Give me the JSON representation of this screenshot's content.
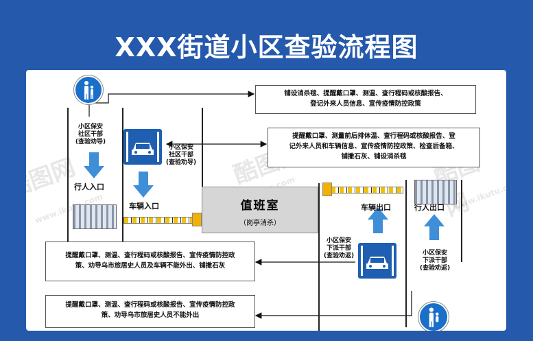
{
  "title": "XXX街道小区查验流程图",
  "boxes": {
    "top_right_1": [
      "铺设消杀毯、提醒戴口罩、测温、查行程码或核酸报告、",
      "登记外来人员信息、宣传疫情防控政策"
    ],
    "top_right_2": [
      "提醒戴口罩、测量前后排体温、查行程码或核酸报告、登",
      "记外来人员和车辆信息、宣传疫情防控政策、检查后备箱、",
      "铺撒石灰、铺设消杀毯"
    ],
    "bottom_left_1": [
      "提醒戴口罩、测温、查行程码或核酸报告、宣传疫情防控政",
      "策、劝导乌市旅居史人员及车辆不能外出、铺撒石灰"
    ],
    "bottom_left_2": [
      "提醒戴口罩、测温、查行程码或核酸报告、宣传疫情防控政",
      "策、劝导乌市旅居史人员不能外出"
    ]
  },
  "labels": {
    "guard_in_1": [
      "小区保安",
      "社区干部",
      "(查验劝导)"
    ],
    "guard_in_2": [
      "小区保安",
      "社区干部",
      "(查验劝导)"
    ],
    "guard_out_1": [
      "小区保安",
      "下派干部",
      "(查验劝返)"
    ],
    "guard_out_2": [
      "小区保安",
      "下派干部",
      "(查验劝返)"
    ],
    "pedestrian_in": "行人入口",
    "vehicle_in": "车辆入口",
    "vehicle_out": "车辆出口",
    "pedestrian_out": "行人出口"
  },
  "duty": {
    "title": "值班室",
    "sub": "（岗亭消杀）"
  },
  "watermark": {
    "logo": "酷图网",
    "url": "www.ikutu.com"
  },
  "colors": {
    "frame": "#2459ab",
    "sign": "#1f5fb2",
    "arrow": "#3f8fd8",
    "barrier": "#f2c200"
  },
  "icons": [
    "pedestrian-sign-icon",
    "car-sign-icon",
    "down-arrow-icon",
    "up-arrow-icon"
  ]
}
